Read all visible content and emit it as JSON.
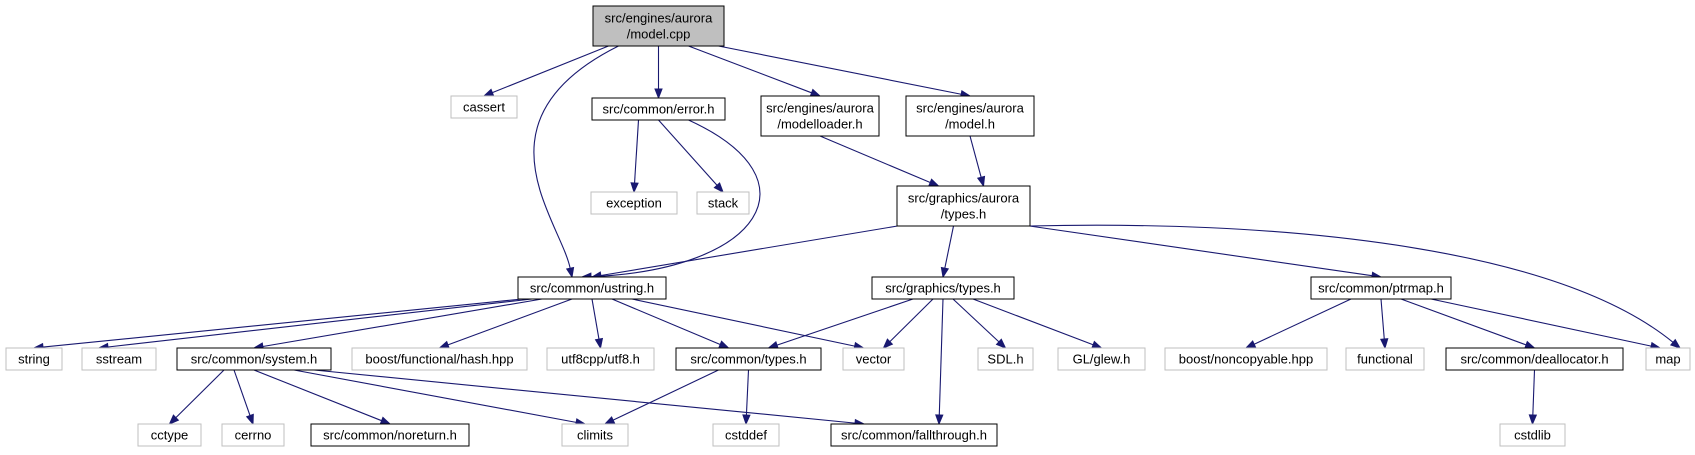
{
  "graph": {
    "colors": {
      "edge": "#191970",
      "root_fill": "#bfbfbf",
      "internal_border": "#000000",
      "external_border": "#bfbfbf",
      "text": "#000000"
    },
    "nodes": [
      {
        "id": "model_cpp",
        "kind": "root",
        "lines": [
          "src/engines/aurora",
          "/model.cpp"
        ]
      },
      {
        "id": "cassert",
        "kind": "external",
        "lines": [
          "cassert"
        ]
      },
      {
        "id": "error_h",
        "kind": "internal",
        "lines": [
          "src/common/error.h"
        ]
      },
      {
        "id": "modelloader_h",
        "kind": "internal",
        "lines": [
          "src/engines/aurora",
          "/modelloader.h"
        ]
      },
      {
        "id": "model_h",
        "kind": "internal",
        "lines": [
          "src/engines/aurora",
          "/model.h"
        ]
      },
      {
        "id": "exception",
        "kind": "external",
        "lines": [
          "exception"
        ]
      },
      {
        "id": "stack",
        "kind": "external",
        "lines": [
          "stack"
        ]
      },
      {
        "id": "gfx_aurora_types_h",
        "kind": "internal",
        "lines": [
          "src/graphics/aurora",
          "/types.h"
        ]
      },
      {
        "id": "ustring_h",
        "kind": "internal",
        "lines": [
          "src/common/ustring.h"
        ]
      },
      {
        "id": "gfx_types_h",
        "kind": "internal",
        "lines": [
          "src/graphics/types.h"
        ]
      },
      {
        "id": "ptrmap_h",
        "kind": "internal",
        "lines": [
          "src/common/ptrmap.h"
        ]
      },
      {
        "id": "string",
        "kind": "external",
        "lines": [
          "string"
        ]
      },
      {
        "id": "sstream",
        "kind": "external",
        "lines": [
          "sstream"
        ]
      },
      {
        "id": "system_h",
        "kind": "internal",
        "lines": [
          "src/common/system.h"
        ]
      },
      {
        "id": "boost_hash",
        "kind": "external",
        "lines": [
          "boost/functional/hash.hpp"
        ]
      },
      {
        "id": "utf8",
        "kind": "external",
        "lines": [
          "utf8cpp/utf8.h"
        ]
      },
      {
        "id": "common_types_h",
        "kind": "internal",
        "lines": [
          "src/common/types.h"
        ]
      },
      {
        "id": "vector",
        "kind": "external",
        "lines": [
          "vector"
        ]
      },
      {
        "id": "sdl_h",
        "kind": "external",
        "lines": [
          "SDL.h"
        ]
      },
      {
        "id": "glew_h",
        "kind": "external",
        "lines": [
          "GL/glew.h"
        ]
      },
      {
        "id": "boost_noncopyable",
        "kind": "external",
        "lines": [
          "boost/noncopyable.hpp"
        ]
      },
      {
        "id": "functional",
        "kind": "external",
        "lines": [
          "functional"
        ]
      },
      {
        "id": "deallocator_h",
        "kind": "internal",
        "lines": [
          "src/common/deallocator.h"
        ]
      },
      {
        "id": "map",
        "kind": "external",
        "lines": [
          "map"
        ]
      },
      {
        "id": "cctype",
        "kind": "external",
        "lines": [
          "cctype"
        ]
      },
      {
        "id": "cerrno",
        "kind": "external",
        "lines": [
          "cerrno"
        ]
      },
      {
        "id": "noreturn_h",
        "kind": "internal",
        "lines": [
          "src/common/noreturn.h"
        ]
      },
      {
        "id": "climits",
        "kind": "external",
        "lines": [
          "climits"
        ]
      },
      {
        "id": "cstddef",
        "kind": "external",
        "lines": [
          "cstddef"
        ]
      },
      {
        "id": "fallthrough_h",
        "kind": "internal",
        "lines": [
          "src/common/fallthrough.h"
        ]
      },
      {
        "id": "cstdlib",
        "kind": "external",
        "lines": [
          "cstdlib"
        ]
      }
    ],
    "edges": [
      [
        "model_cpp",
        "cassert"
      ],
      [
        "model_cpp",
        "error_h"
      ],
      [
        "model_cpp",
        "modelloader_h"
      ],
      [
        "model_cpp",
        "model_h"
      ],
      [
        "model_cpp",
        "ustring_h"
      ],
      [
        "error_h",
        "exception"
      ],
      [
        "error_h",
        "stack"
      ],
      [
        "error_h",
        "ustring_h"
      ],
      [
        "modelloader_h",
        "gfx_aurora_types_h"
      ],
      [
        "model_h",
        "gfx_aurora_types_h"
      ],
      [
        "gfx_aurora_types_h",
        "ustring_h"
      ],
      [
        "gfx_aurora_types_h",
        "gfx_types_h"
      ],
      [
        "gfx_aurora_types_h",
        "ptrmap_h"
      ],
      [
        "gfx_aurora_types_h",
        "map"
      ],
      [
        "ustring_h",
        "string"
      ],
      [
        "ustring_h",
        "sstream"
      ],
      [
        "ustring_h",
        "system_h"
      ],
      [
        "ustring_h",
        "boost_hash"
      ],
      [
        "ustring_h",
        "utf8"
      ],
      [
        "ustring_h",
        "common_types_h"
      ],
      [
        "ustring_h",
        "vector"
      ],
      [
        "gfx_types_h",
        "common_types_h"
      ],
      [
        "gfx_types_h",
        "vector"
      ],
      [
        "gfx_types_h",
        "sdl_h"
      ],
      [
        "gfx_types_h",
        "glew_h"
      ],
      [
        "gfx_types_h",
        "fallthrough_h"
      ],
      [
        "ptrmap_h",
        "boost_noncopyable"
      ],
      [
        "ptrmap_h",
        "functional"
      ],
      [
        "ptrmap_h",
        "deallocator_h"
      ],
      [
        "ptrmap_h",
        "map"
      ],
      [
        "system_h",
        "cctype"
      ],
      [
        "system_h",
        "cerrno"
      ],
      [
        "system_h",
        "noreturn_h"
      ],
      [
        "system_h",
        "climits"
      ],
      [
        "system_h",
        "fallthrough_h"
      ],
      [
        "common_types_h",
        "climits"
      ],
      [
        "common_types_h",
        "cstddef"
      ],
      [
        "deallocator_h",
        "cstdlib"
      ]
    ]
  }
}
